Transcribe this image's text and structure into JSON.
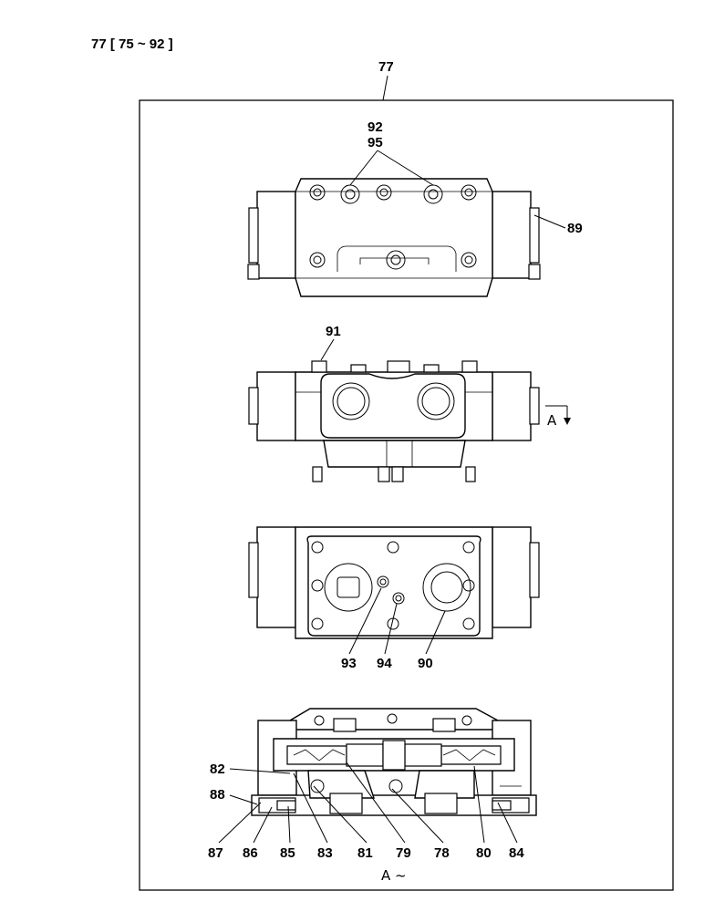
{
  "header": {
    "title": "77 [ 75 ~ 92 ]"
  },
  "assembly_label": "77",
  "section": {
    "marker": "A",
    "marker_bottom": "A ~"
  },
  "callouts": {
    "c92": "92",
    "c95": "95",
    "c89": "89",
    "c91": "91",
    "c93": "93",
    "c94": "94",
    "c90": "90",
    "c82": "82",
    "c88": "88",
    "c87": "87",
    "c86": "86",
    "c85": "85",
    "c83": "83",
    "c81": "81",
    "c79": "79",
    "c78": "78",
    "c80": "80",
    "c84": "84"
  }
}
